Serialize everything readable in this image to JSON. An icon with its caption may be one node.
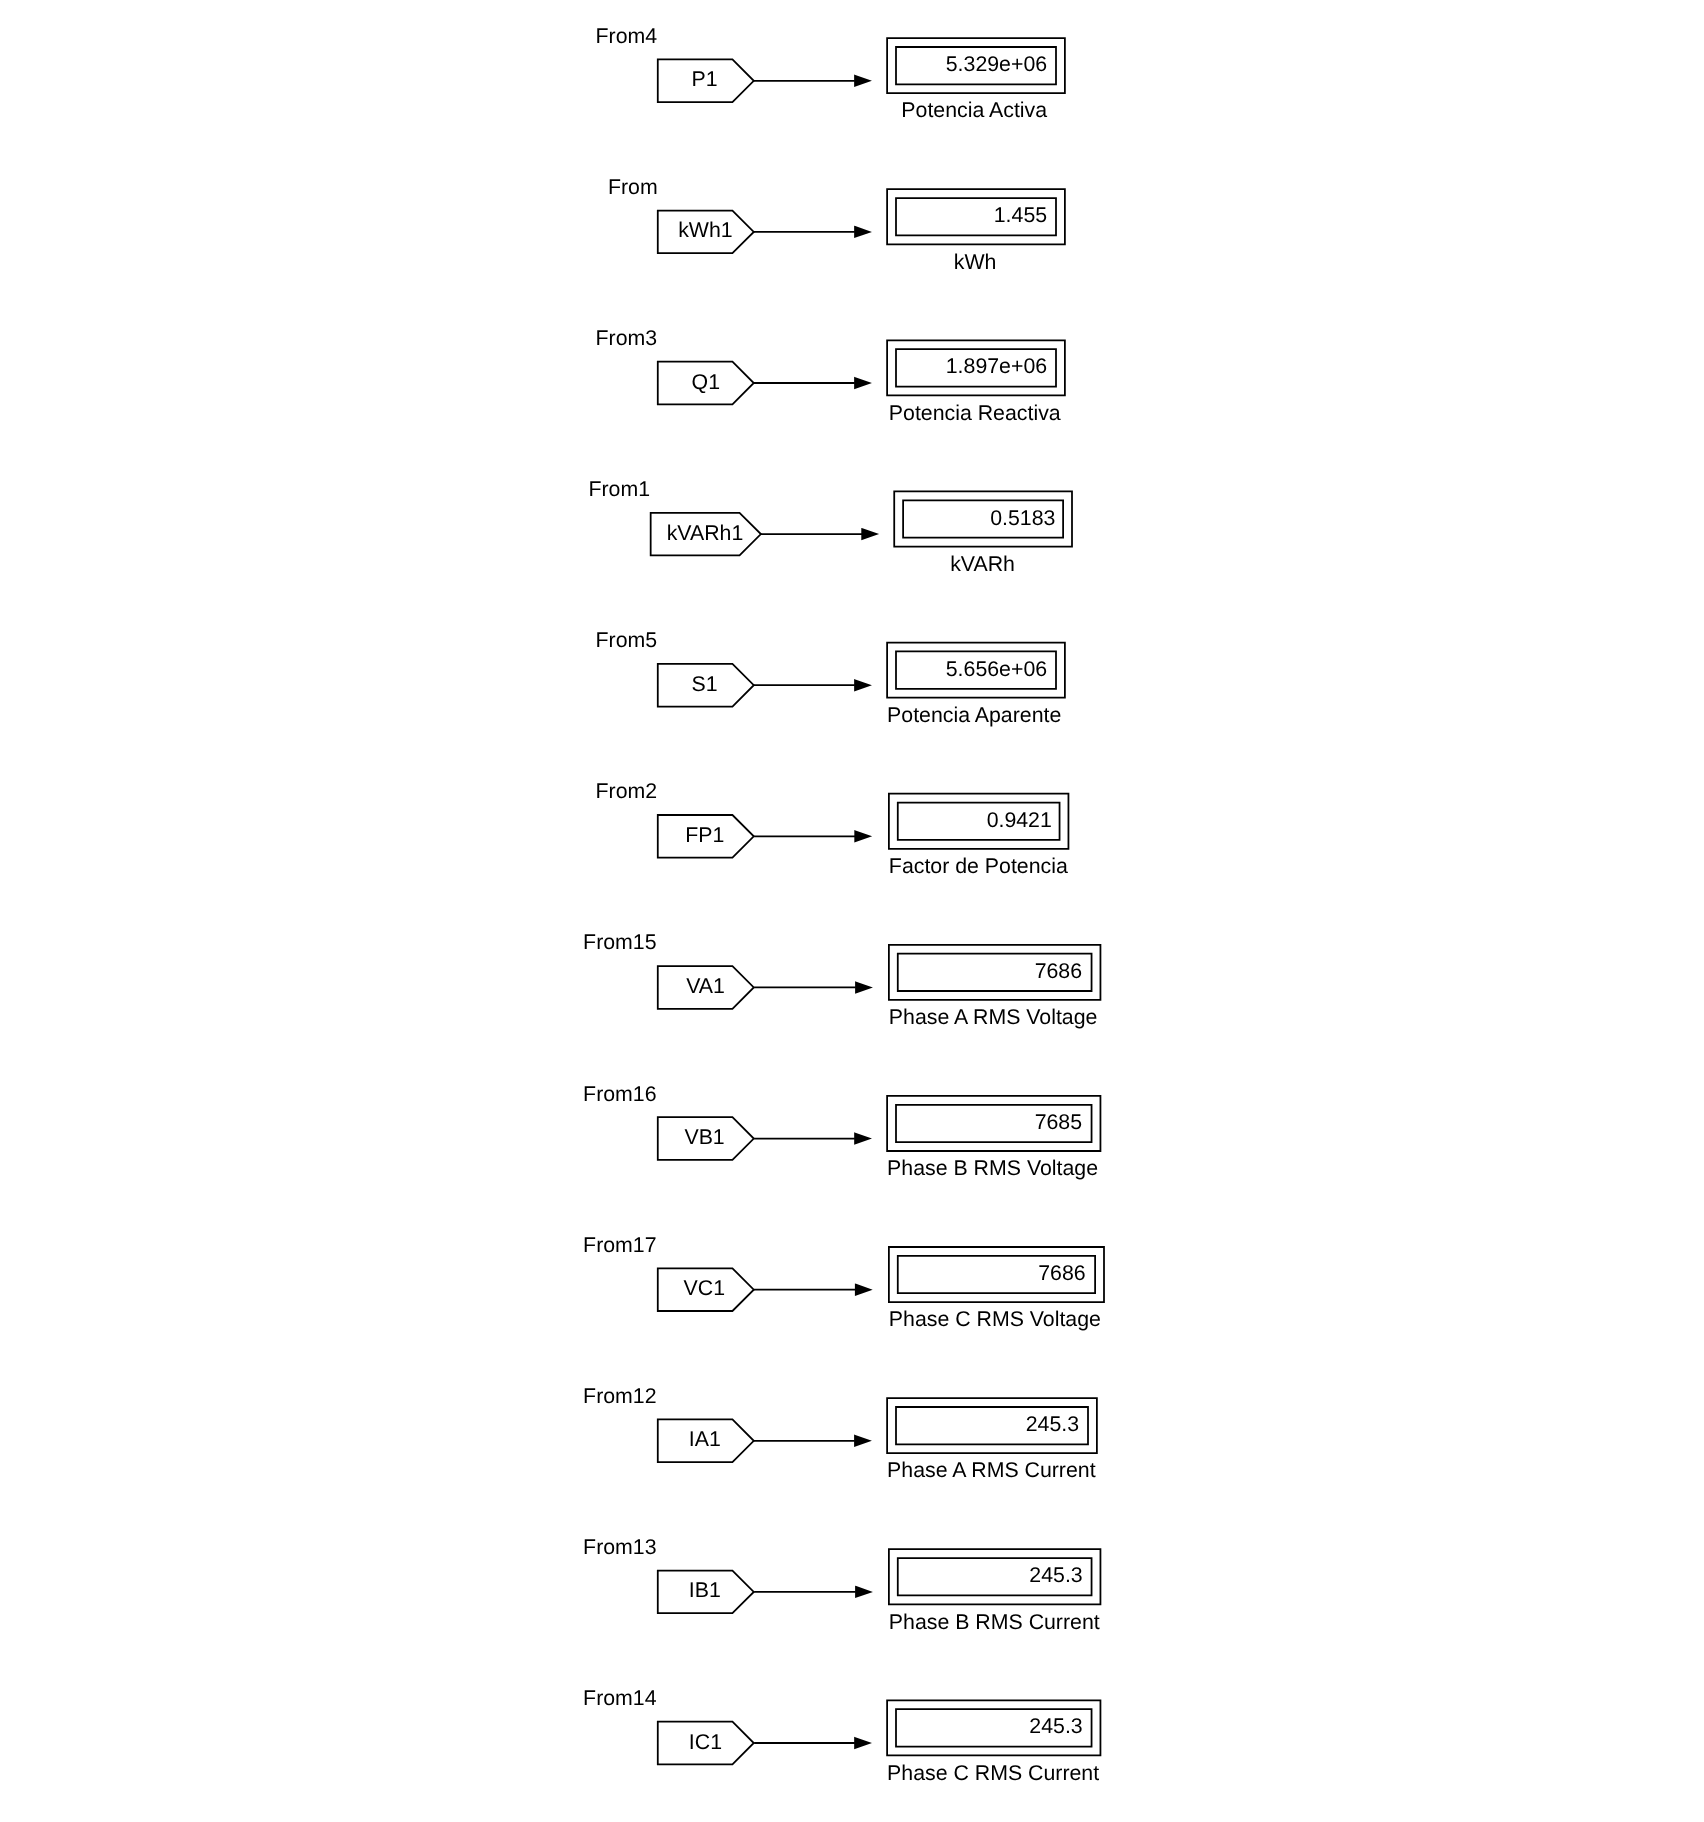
{
  "diagram": {
    "nodes": [
      {
        "text": [
          "P1"
        ],
        "beside": [
          "From4"
        ]
      },
      {
        "text": [
          "5.329e+06"
        ],
        "beside": [
          "Potencia Activa"
        ]
      },
      {
        "text": [
          "kWh1"
        ],
        "beside": [
          "From"
        ]
      },
      {
        "text": [
          "1.455"
        ],
        "beside": [
          "kWh"
        ]
      },
      {
        "text": [
          "Q1"
        ],
        "beside": [
          "From3"
        ]
      },
      {
        "text": [
          "1.897e+06"
        ],
        "beside": [
          "Potencia Reactiva"
        ]
      },
      {
        "text": [
          "kVARh1"
        ],
        "beside": [
          "From1"
        ]
      },
      {
        "text": [
          "0.5183"
        ],
        "beside": [
          "kVARh"
        ]
      },
      {
        "text": [
          "S1"
        ],
        "beside": [
          "From5"
        ]
      },
      {
        "text": [
          "5.656e+06"
        ],
        "beside": [
          "Potencia Aparente"
        ]
      },
      {
        "text": [
          "FP1"
        ],
        "beside": [
          "From2"
        ]
      },
      {
        "text": [
          "0.9421"
        ],
        "beside": [
          "Factor de Potencia"
        ]
      },
      {
        "text": [
          "VA1"
        ],
        "beside": [
          "From15"
        ]
      },
      {
        "text": [
          "7686"
        ],
        "beside": [
          "Phase A RMS Voltage"
        ]
      },
      {
        "text": [
          "VB1"
        ],
        "beside": [
          "From16"
        ]
      },
      {
        "text": [
          "7685"
        ],
        "beside": [
          "Phase B RMS Voltage"
        ]
      },
      {
        "text": [
          "VC1"
        ],
        "beside": [
          "From17"
        ]
      },
      {
        "text": [
          "7686"
        ],
        "beside": [
          "Phase C RMS Voltage"
        ]
      },
      {
        "text": [
          "IA1"
        ],
        "beside": [
          "From12"
        ]
      },
      {
        "text": [
          "245.3"
        ],
        "beside": [
          "Phase A RMS Current"
        ]
      },
      {
        "text": [
          "IB1"
        ],
        "beside": [
          "From13"
        ]
      },
      {
        "text": [
          "245.3"
        ],
        "beside": [
          "Phase B RMS Current"
        ]
      },
      {
        "text": [
          "IC1"
        ],
        "beside": [
          "From14"
        ]
      },
      {
        "text": [
          "245.3"
        ],
        "beside": [
          "Phase C RMS Current"
        ]
      }
    ],
    "edges": [
      {
        "from": 0,
        "to": 1,
        "arrow": "to"
      },
      {
        "from": 2,
        "to": 3,
        "arrow": "to"
      },
      {
        "from": 4,
        "to": 5,
        "arrow": "to"
      },
      {
        "from": 6,
        "to": 7,
        "arrow": "to"
      },
      {
        "from": 8,
        "to": 9,
        "arrow": "to"
      },
      {
        "from": 10,
        "to": 11,
        "arrow": "to"
      },
      {
        "from": 12,
        "to": 13,
        "arrow": "to"
      },
      {
        "from": 14,
        "to": 15,
        "arrow": "to"
      },
      {
        "from": 16,
        "to": 17,
        "arrow": "to"
      },
      {
        "from": 18,
        "to": 19,
        "arrow": "to"
      },
      {
        "from": 20,
        "to": 21,
        "arrow": "to"
      },
      {
        "from": 22,
        "to": 23,
        "arrow": "to"
      }
    ]
  }
}
